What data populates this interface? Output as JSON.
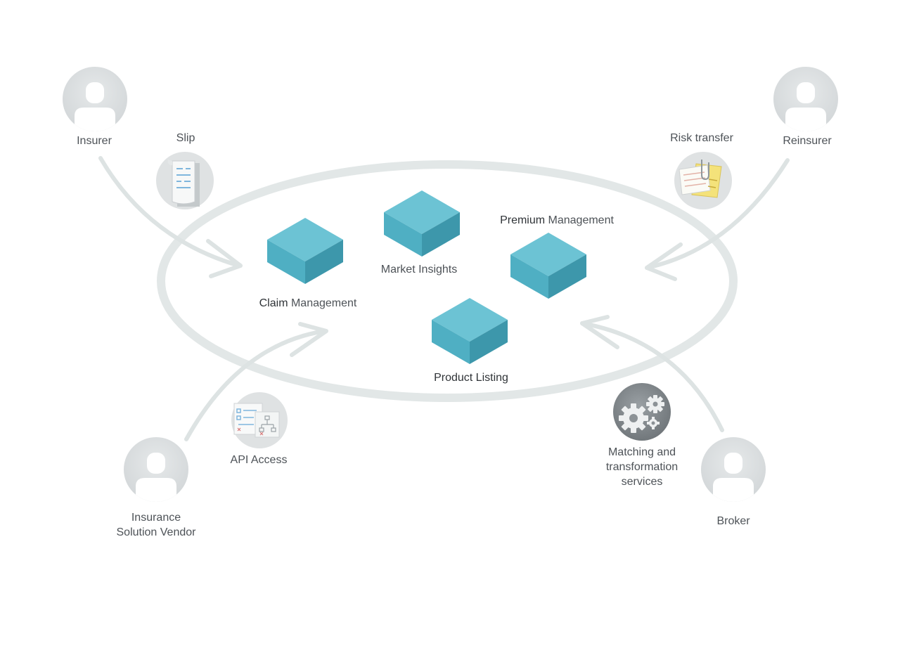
{
  "actors": {
    "insurer": "Insurer",
    "reinsurer": "Reinsurer",
    "vendor_line1": "Insurance",
    "vendor_line2": "Solution Vendor",
    "broker": "Broker"
  },
  "documents": {
    "slip": "Slip",
    "risk_transfer": "Risk transfer",
    "api_access": "API Access",
    "matching_line1": "Matching and",
    "matching_line2": "transformation",
    "matching_line3": "services"
  },
  "modules": {
    "claim_strong": "Claim",
    "claim_rest": " Management",
    "market_insights": "Market Insights",
    "premium_strong": "Premium",
    "premium_rest": " Management",
    "product_listing": "Product Listing"
  },
  "colors": {
    "cube_top": "#6cc3d4",
    "cube_left": "#4fafc3",
    "cube_right": "#3d97ab",
    "arrow": "#dde3e3",
    "ring": "#e2e7e7",
    "avatar_bg": "#dcdfe0"
  },
  "icons": {
    "actor": "user-avatar-icon",
    "slip": "document-icon",
    "risk_transfer": "sticky-notes-icon",
    "api_access": "api-document-icon",
    "matching": "gears-icon",
    "module": "cube-icon"
  }
}
